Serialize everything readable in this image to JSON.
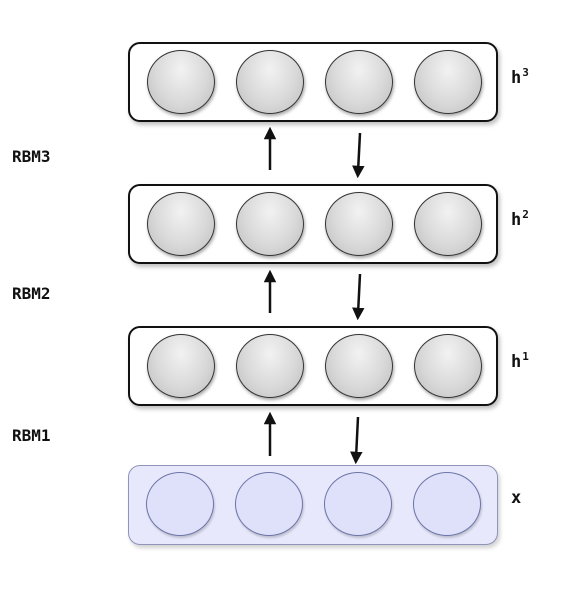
{
  "layers": [
    {
      "label": "h",
      "sup": "3",
      "units": 4
    },
    {
      "label": "h",
      "sup": "2",
      "units": 4
    },
    {
      "label": "h",
      "sup": "1",
      "units": 4
    },
    {
      "label": "x",
      "sup": "",
      "units": 4
    }
  ],
  "rbms": [
    {
      "label": "RBM3"
    },
    {
      "label": "RBM2"
    },
    {
      "label": "RBM1"
    }
  ],
  "colors": {
    "hidden_unit_fill": "#d9d9d9",
    "input_layer_fill": "#e7e8fb",
    "input_layer_border": "#8f94b8",
    "arrow": "#111111"
  }
}
